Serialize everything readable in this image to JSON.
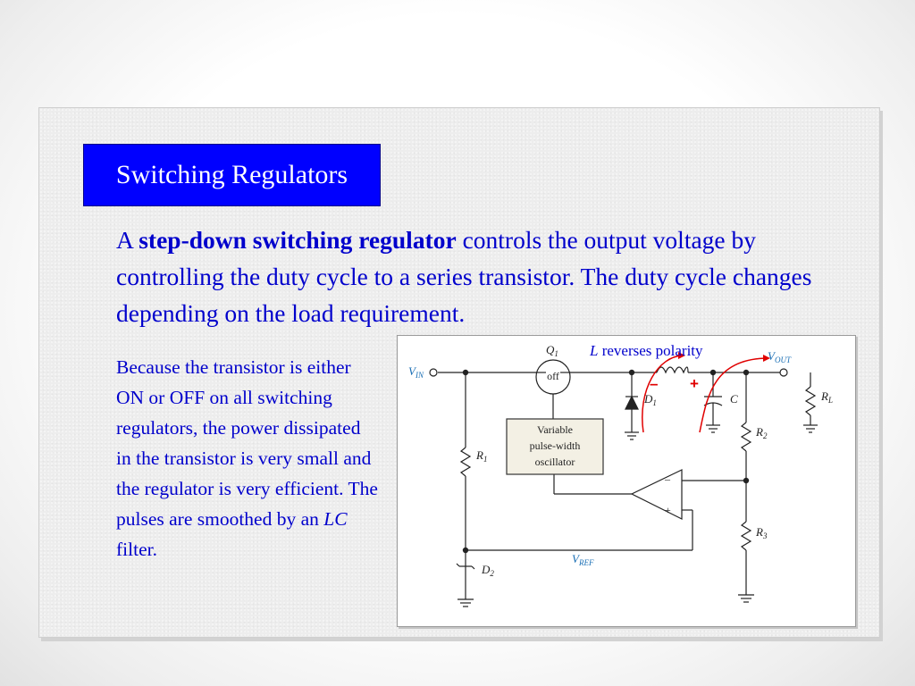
{
  "title": "Switching Regulators",
  "intro": {
    "prefix": "A ",
    "bold": "step-down switching regulator",
    "suffix": " controls the output voltage by controlling the duty cycle to a series transistor. The duty cycle changes depending on the load requirement."
  },
  "side_text": {
    "main": "Because the transistor is either ON or OFF on all switching regulators, the power dissipated in the transistor is very small and the regulator is very efficient. The pulses are smoothed by an ",
    "italic": "LC",
    "end": " filter."
  },
  "circuit": {
    "vin_main": "V",
    "vin_sub": "IN",
    "vout_main": "V",
    "vout_sub": "OUT",
    "vref_main": "V",
    "vref_sub": "REF",
    "q1_main": "Q",
    "q1_sub": "1",
    "transistor_state": "off",
    "l_label": "L",
    "d1_main": "D",
    "d1_sub": "1",
    "d2_main": "D",
    "d2_sub": "2",
    "c_label": "C",
    "r1_main": "R",
    "r1_sub": "1",
    "r2_main": "R",
    "r2_sub": "2",
    "r3_main": "R",
    "r3_sub": "3",
    "rl_main": "R",
    "rl_sub": "L",
    "oscillator_lines": [
      "Variable",
      "pulse-width",
      "oscillator"
    ],
    "opamp_minus": "–",
    "opamp_plus": "+",
    "polarity_minus": "–",
    "polarity_plus": "+",
    "annotation_italic": "L",
    "annotation_rest": " reverses polarity"
  },
  "colors": {
    "title_bg": "#0000ff",
    "text": "#0000cc",
    "annotation_red": "#e00000",
    "label_blue": "#1a6fb5"
  }
}
